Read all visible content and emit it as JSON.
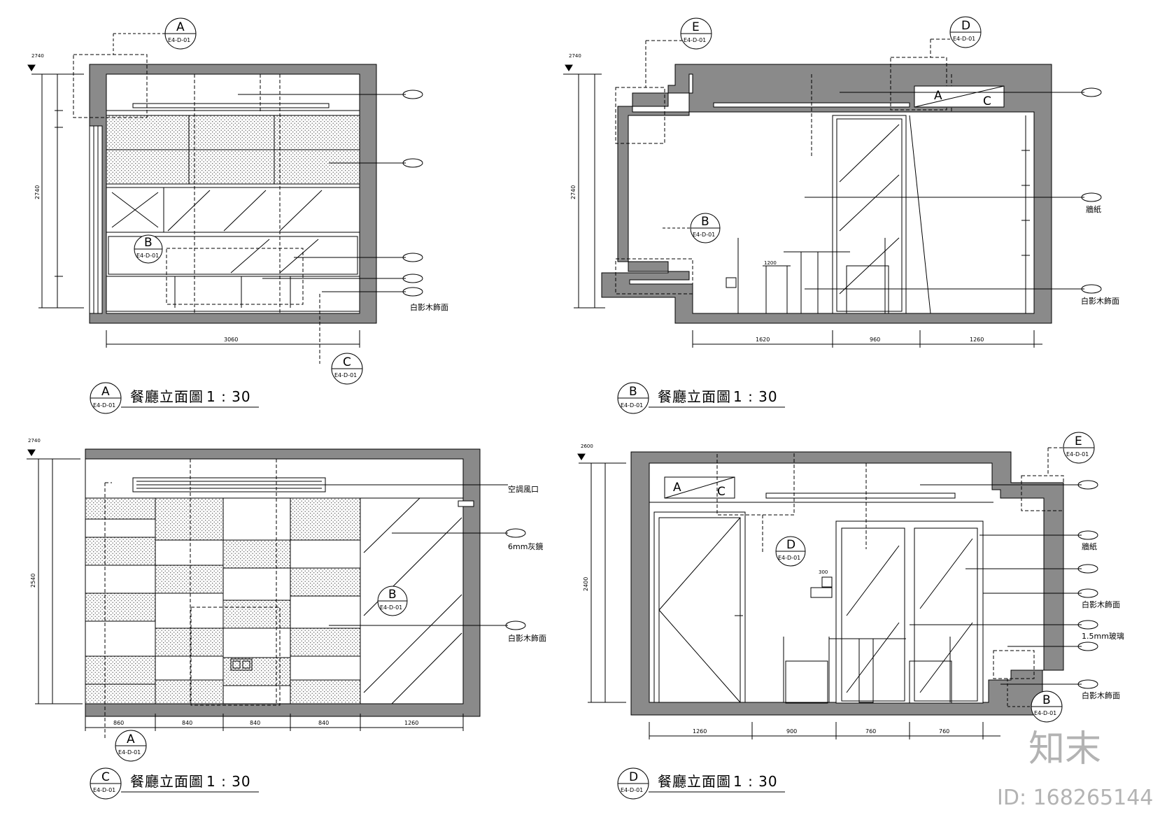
{
  "drawings": [
    {
      "id": "A",
      "sheet_ref": "E4-D-01",
      "title": "餐廳立面圖",
      "scale": "1 : 30"
    },
    {
      "id": "B",
      "sheet_ref": "E4-D-01",
      "title": "餐廳立面圖",
      "scale": "1 : 30"
    },
    {
      "id": "C",
      "sheet_ref": "E4-D-01",
      "title": "餐廳立面圖",
      "scale": "1 : 30"
    },
    {
      "id": "D",
      "sheet_ref": "E4-D-01",
      "title": "餐廳立面圖",
      "scale": "1 : 30"
    }
  ],
  "callouts": {
    "A_top": {
      "letter": "A",
      "ref": "E4-D-01"
    },
    "A_detailB": {
      "letter": "B",
      "ref": "E4-D-01"
    },
    "A_sectionC": {
      "letter": "C",
      "ref": "E4-D-01"
    },
    "B_E": {
      "letter": "E",
      "ref": "E4-D-01"
    },
    "B_D": {
      "letter": "D",
      "ref": "E4-D-01"
    },
    "B_detailB": {
      "letter": "B",
      "ref": "E4-D-01"
    },
    "C_detailB": {
      "letter": "B",
      "ref": "E4-D-01"
    },
    "C_A": {
      "letter": "A",
      "ref": "E4-D-01"
    },
    "D_detailD": {
      "letter": "D",
      "ref": "E4-D-01"
    },
    "D_E": {
      "letter": "E",
      "ref": "E4-D-01"
    },
    "D_B": {
      "letter": "B",
      "ref": "E4-D-01"
    }
  },
  "box_labels": {
    "A": "A",
    "C": "C"
  },
  "notes": {
    "A_white_wood": "白影木飾面",
    "B_wallpaper": "牆紙",
    "B_white_wood": "白影木飾面",
    "C_ac_vent": "空調風口",
    "C_grey_mirror": "6mm灰鏡",
    "C_white_wood": "白影木飾面",
    "D_wallpaper": "牆紙",
    "D_white_wood1": "白影木飾面",
    "D_glass": "1.5mm玻璃",
    "D_white_wood2": "白影木飾面"
  },
  "level_marks": {
    "A": "2740",
    "B": "2740",
    "C": "2740",
    "D": "2600"
  },
  "dims": {
    "A_total_h": "2740",
    "A_overall_w": "3060",
    "B_bottom": [
      "1620",
      "960",
      "1260"
    ],
    "B_total_h": "2740",
    "C_total_h": "2540",
    "C_bottom": [
      "860",
      "840",
      "840",
      "840",
      "1260"
    ],
    "D_total_h": "2400",
    "D_bottom": [
      "1260",
      "900",
      "760",
      "760"
    ],
    "B_small": "1200",
    "D_small": "300"
  },
  "watermark": {
    "brand": "知末",
    "id_text": "ID: 168265144"
  }
}
